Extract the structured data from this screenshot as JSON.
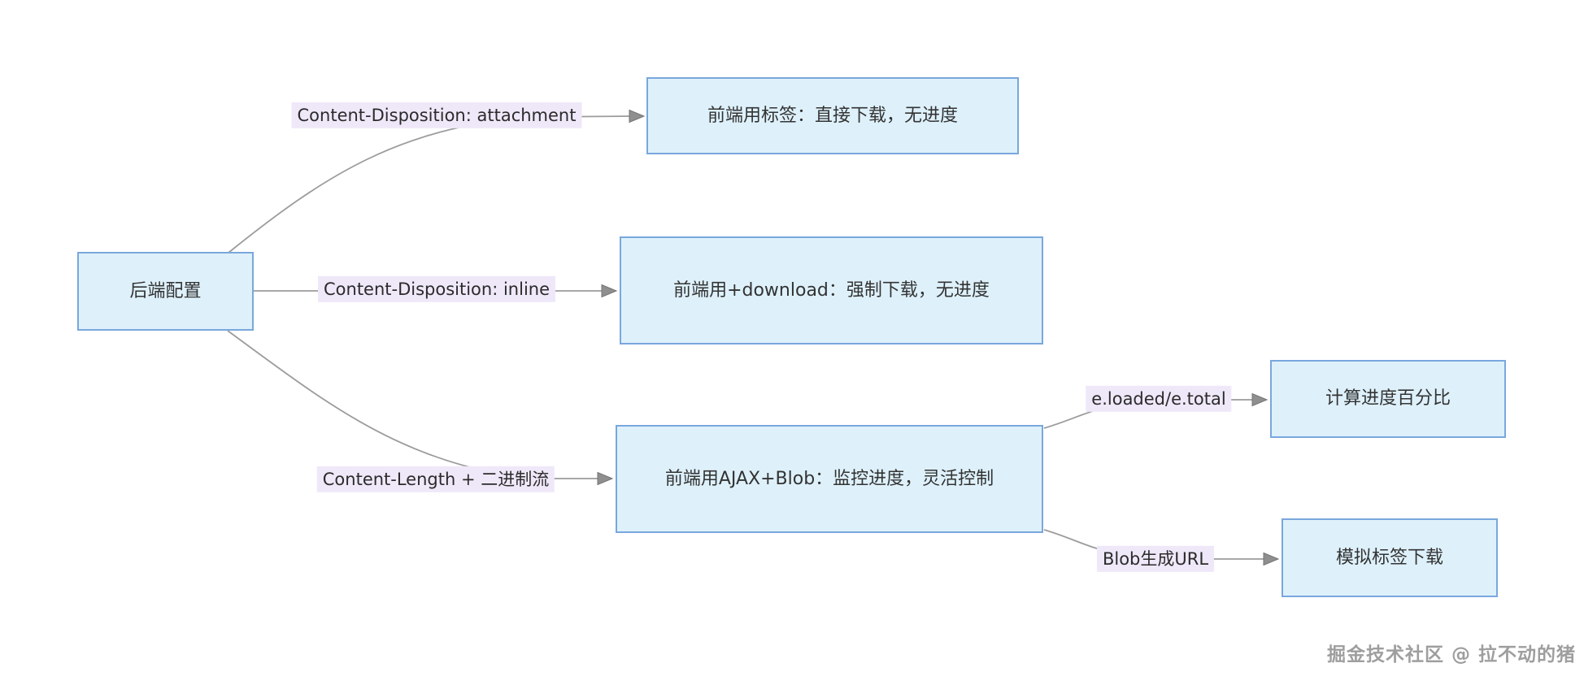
{
  "diagram": {
    "root": {
      "label": "后端配置"
    },
    "branches": [
      {
        "edge_label": "Content-Disposition: attachment",
        "target": "前端用标签：直接下载，无进度"
      },
      {
        "edge_label": "Content-Disposition: inline",
        "target": "前端用+download：强制下载，无进度"
      },
      {
        "edge_label": "Content-Length + 二进制流",
        "target": "前端用AJAX+Blob：监控进度，灵活控制"
      }
    ],
    "sub_branches": [
      {
        "edge_label": "e.loaded/e.total",
        "target": "计算进度百分比"
      },
      {
        "edge_label": "Blob生成URL",
        "target": "模拟标签下载"
      }
    ],
    "watermark": "掘金技术社区 @ 拉不动的猪",
    "colors": {
      "node_fill": "#def1fb",
      "node_border": "#7aa7dd",
      "edge_line": "#9c9c9c",
      "arrowhead": "#8f8f8f",
      "edge_label_bg": "#efe8f9",
      "text": "#333333",
      "watermark_text": "#9e9e9e"
    }
  }
}
